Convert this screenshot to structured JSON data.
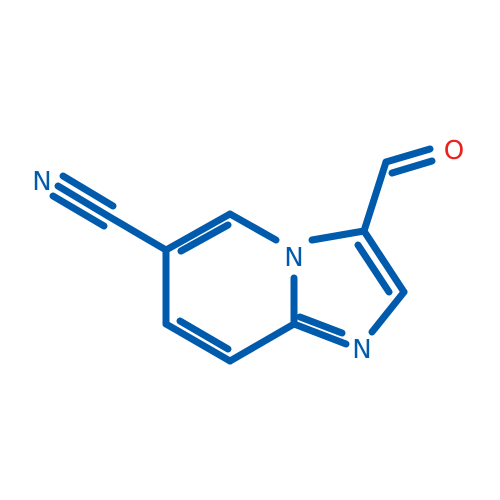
{
  "molecule": {
    "atoms": {
      "nitrile_n": {
        "label": "N",
        "color": "#005bac"
      },
      "oxygen": {
        "label": "O",
        "color": "#e8231f"
      },
      "ring_n_bridge": {
        "label": "N",
        "color": "#005bac"
      },
      "ring_n_imidazole": {
        "label": "N",
        "color": "#005bac"
      }
    },
    "bond_color": "#005bac",
    "heteroatom_colors": {
      "N": "#005bac",
      "O": "#e8231f"
    }
  }
}
